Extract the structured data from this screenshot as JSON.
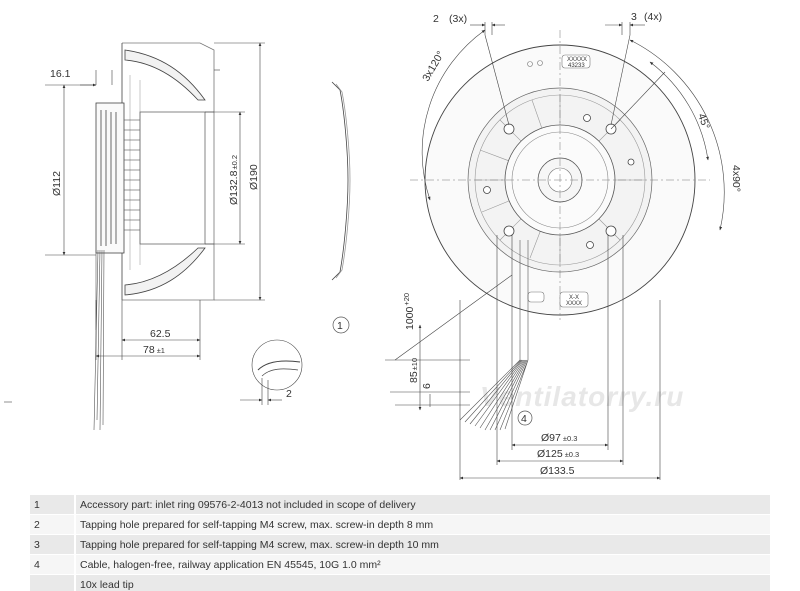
{
  "drawing": {
    "left_view": {
      "dim_16_1": "16.1",
      "dim_d112": "Ø112",
      "dim_d132_8": "Ø132.8",
      "dim_d132_8_tol": "±0.2",
      "dim_d190": "Ø190",
      "dim_62_5": "62.5",
      "dim_78": "78",
      "dim_78_tol": "±1",
      "dim_2": "2",
      "callout_1": "1"
    },
    "front_view": {
      "callout_2": "2",
      "callout_2_count": "(3x)",
      "callout_3": "3",
      "callout_3_count": "(4x)",
      "angle_3x120": "3x120°",
      "angle_45": "45°",
      "angle_4x90": "4x90°",
      "cable_length": "1000",
      "cable_length_tol": "+20",
      "strip_85": "85",
      "strip_85_tol": "±10",
      "strip_6": "6",
      "callout_4": "4",
      "dim_d97": "Ø97",
      "dim_d97_tol": "±0.3",
      "dim_d125": "Ø125",
      "dim_d125_tol": "±0.3",
      "dim_d133_5": "Ø133.5",
      "label_top_1": "XXXXX",
      "label_top_2": "43233",
      "label_bottom_1": "X-X",
      "label_bottom_2": "XXXX"
    },
    "watermark": "Ventilatorry.ru"
  },
  "legend": [
    {
      "num": "1",
      "text": "Accessory part: inlet ring 09576-2-4013 not included in scope of delivery"
    },
    {
      "num": "2",
      "text": "Tapping hole prepared for self-tapping M4 screw, max. screw-in depth 8 mm"
    },
    {
      "num": "3",
      "text": "Tapping hole prepared for self-tapping M4 screw, max. screw-in depth 10 mm"
    },
    {
      "num": "4",
      "text": "Cable, halogen-free, railway application EN 45545, 10G 1.0 mm²"
    },
    {
      "num": "",
      "text": "10x lead tip"
    }
  ]
}
